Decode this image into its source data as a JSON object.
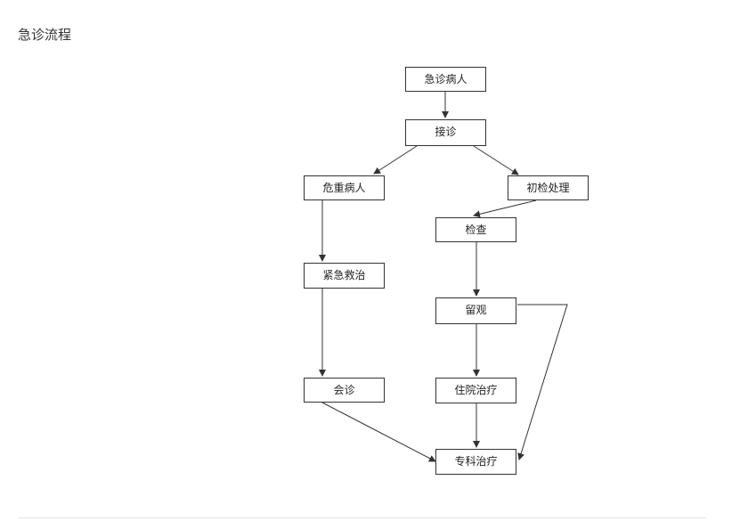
{
  "page": {
    "title": "急诊流程"
  },
  "flowchart": {
    "nodes": {
      "emergency_patient": "急诊病人",
      "reception": "接诊",
      "critical_patient": "危重病人",
      "initial_treatment": "初检处理",
      "examination": "检查",
      "emergency_rescue": "紧急救治",
      "observation": "留观",
      "consultation": "会诊",
      "inpatient_treatment": "住院治疗",
      "specialist_treatment": "专科治疗"
    },
    "edges": [
      [
        "急诊病人",
        "接诊"
      ],
      [
        "接诊",
        "危重病人"
      ],
      [
        "接诊",
        "初检处理"
      ],
      [
        "初检处理",
        "检查"
      ],
      [
        "危重病人",
        "紧急救治"
      ],
      [
        "检查",
        "留观"
      ],
      [
        "紧急救治",
        "会诊"
      ],
      [
        "留观",
        "住院治疗"
      ],
      [
        "留观",
        "专科治疗"
      ],
      [
        "会诊",
        "专科治疗"
      ],
      [
        "住院治疗",
        "专科治疗"
      ]
    ]
  },
  "colors": {
    "line": "#333333",
    "border": "#333333",
    "rule": "#e6e6e6"
  }
}
